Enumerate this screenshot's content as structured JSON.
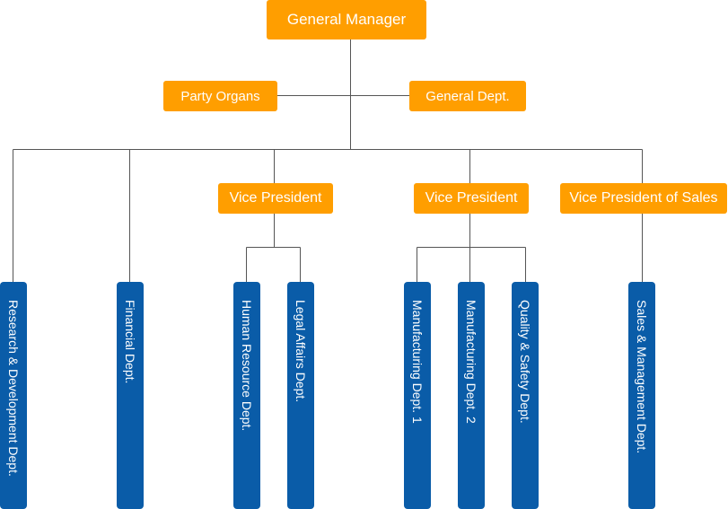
{
  "top": {
    "label": "General Manager"
  },
  "staff": {
    "left": {
      "label": "Party Organs"
    },
    "right": {
      "label": "General Dept."
    }
  },
  "vice_presidents": [
    {
      "label": "Vice President"
    },
    {
      "label": "Vice President"
    },
    {
      "label": "Vice President of Sales"
    }
  ],
  "departments": [
    {
      "label": "Research & Development Dept."
    },
    {
      "label": "Financial Dept."
    },
    {
      "label": "Human Resource Dept."
    },
    {
      "label": "Legal Affairs Dept."
    },
    {
      "label": "Manufacturing Dept. 1"
    },
    {
      "label": "Manufacturing Dept. 2"
    },
    {
      "label": "Quality & Safety Dept."
    },
    {
      "label": "Sales & Management Dept."
    }
  ],
  "colors": {
    "manager_fill": "#FF9E00",
    "department_fill": "#0A5CA8",
    "connector": "#555555"
  }
}
